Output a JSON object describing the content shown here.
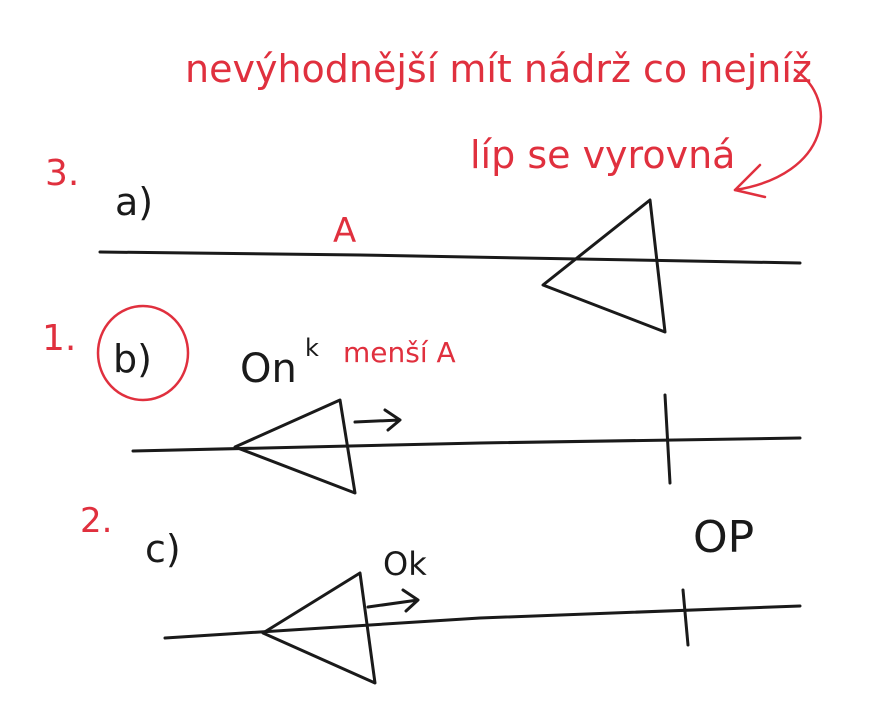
{
  "colors": {
    "red": "#e0303e",
    "black": "#1a1a1a",
    "background": "#ffffff"
  },
  "notes": {
    "top_line1": "nevýhodnější mít nádrž co nejníž",
    "top_line2": "líp se vyrovná"
  },
  "rows": [
    {
      "order": "3.",
      "label": "a)",
      "annotation": "A",
      "circled": false
    },
    {
      "order": "1.",
      "label": "b)",
      "annotation": "On",
      "annotation_sup": "k",
      "annotation_note": "menší A",
      "circled": true
    },
    {
      "order": "2.",
      "label": "c)",
      "annotation": "Ok",
      "annotation_right": "OP",
      "circled": false
    }
  ]
}
